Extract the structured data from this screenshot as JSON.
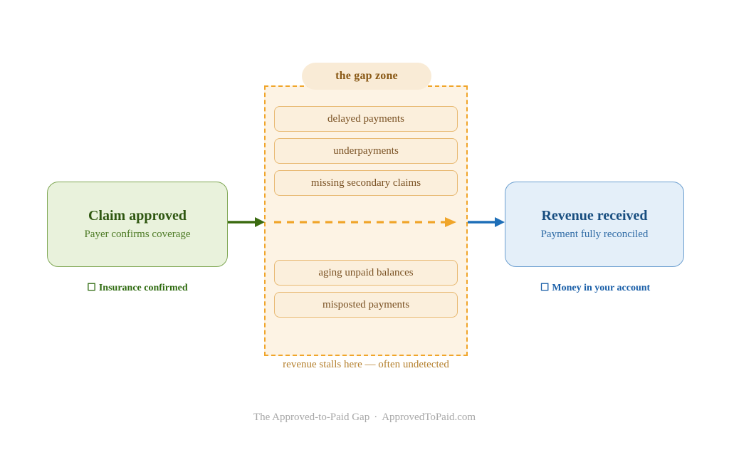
{
  "diagram": {
    "left_node": {
      "title": "Claim approved",
      "subtitle": "Payer confirms coverage",
      "caption_glyph": "☐",
      "caption": "Insurance confirmed",
      "fill": "#E9F2DC",
      "border": "#7FA754",
      "title_color": "#2F5711"
    },
    "right_node": {
      "title": "Revenue received",
      "subtitle": "Payment fully reconciled",
      "caption_glyph": "☐",
      "caption": "Money in your account",
      "fill": "#E4EFF9",
      "border": "#6C9FD0",
      "title_color": "#184E80"
    },
    "gap_zone": {
      "badge": "the gap zone",
      "caption": "revenue stalls here — often undetected",
      "fill": "#FDF3E4",
      "border": "#F0A52A",
      "badge_fill": "#F9EBD6",
      "badge_text_color": "#8A5A17",
      "items": [
        {
          "label": "delayed payments"
        },
        {
          "label": "underpayments"
        },
        {
          "label": "missing secondary claims"
        },
        {
          "label": "aging unpaid balances"
        },
        {
          "label": "misposted payments"
        }
      ]
    },
    "arrows": {
      "inbound_color": "#3B6B10",
      "midstream_color": "#F0A52A",
      "outbound_color": "#1F6FB8"
    }
  },
  "footer": {
    "title": "The Approved-to-Paid Gap",
    "separator": "·",
    "site": "ApprovedToPaid.com"
  }
}
